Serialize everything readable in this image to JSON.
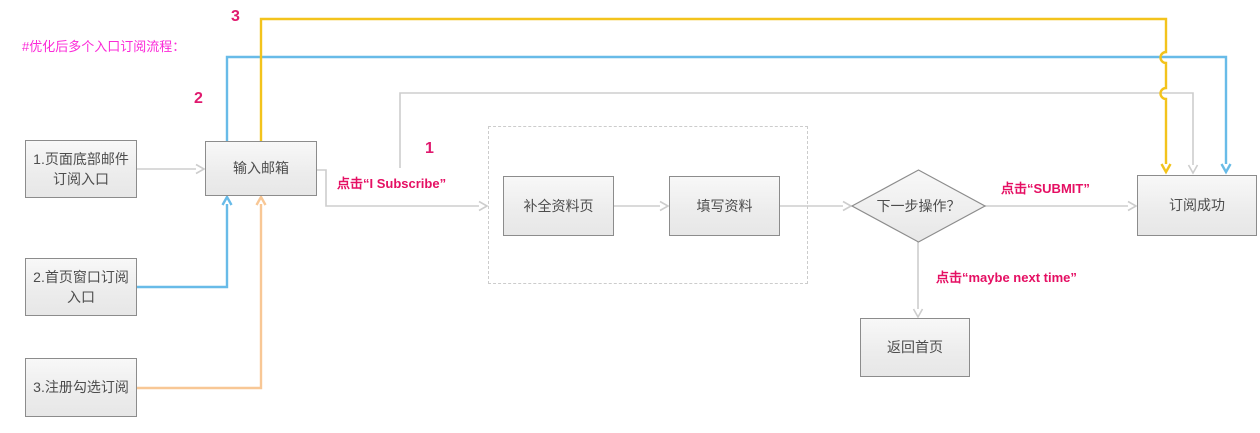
{
  "title": "#优化后多个入口订阅流程：",
  "step_numbers": {
    "one": "1",
    "two": "2",
    "three": "3"
  },
  "nodes": {
    "entry1": "1.页面底部邮件订阅入口",
    "entry2": "2.首页窗口订阅入口",
    "entry3": "3.注册勾选订阅",
    "input_email": "输入邮箱",
    "complete_profile": "补全资料页",
    "fill_info": "填写资料",
    "decision": "下一步操作？",
    "success": "订阅成功",
    "back_home": "返回首页"
  },
  "edge_labels": {
    "click_subscribe": "点击“I Subscribe”",
    "click_submit": "点击“SUBMIT”",
    "click_maybe": "点击“maybe next time”"
  },
  "colors": {
    "title_magenta": "#fb2ad8",
    "label_pink": "#e50f63",
    "line_gray": "#cdcdcd",
    "line_yellow": "#f3c31c",
    "line_blue": "#68bbe8",
    "line_orange": "#f8c795",
    "node_border": "#8c8c8c",
    "node_text": "#4d4d4d"
  }
}
